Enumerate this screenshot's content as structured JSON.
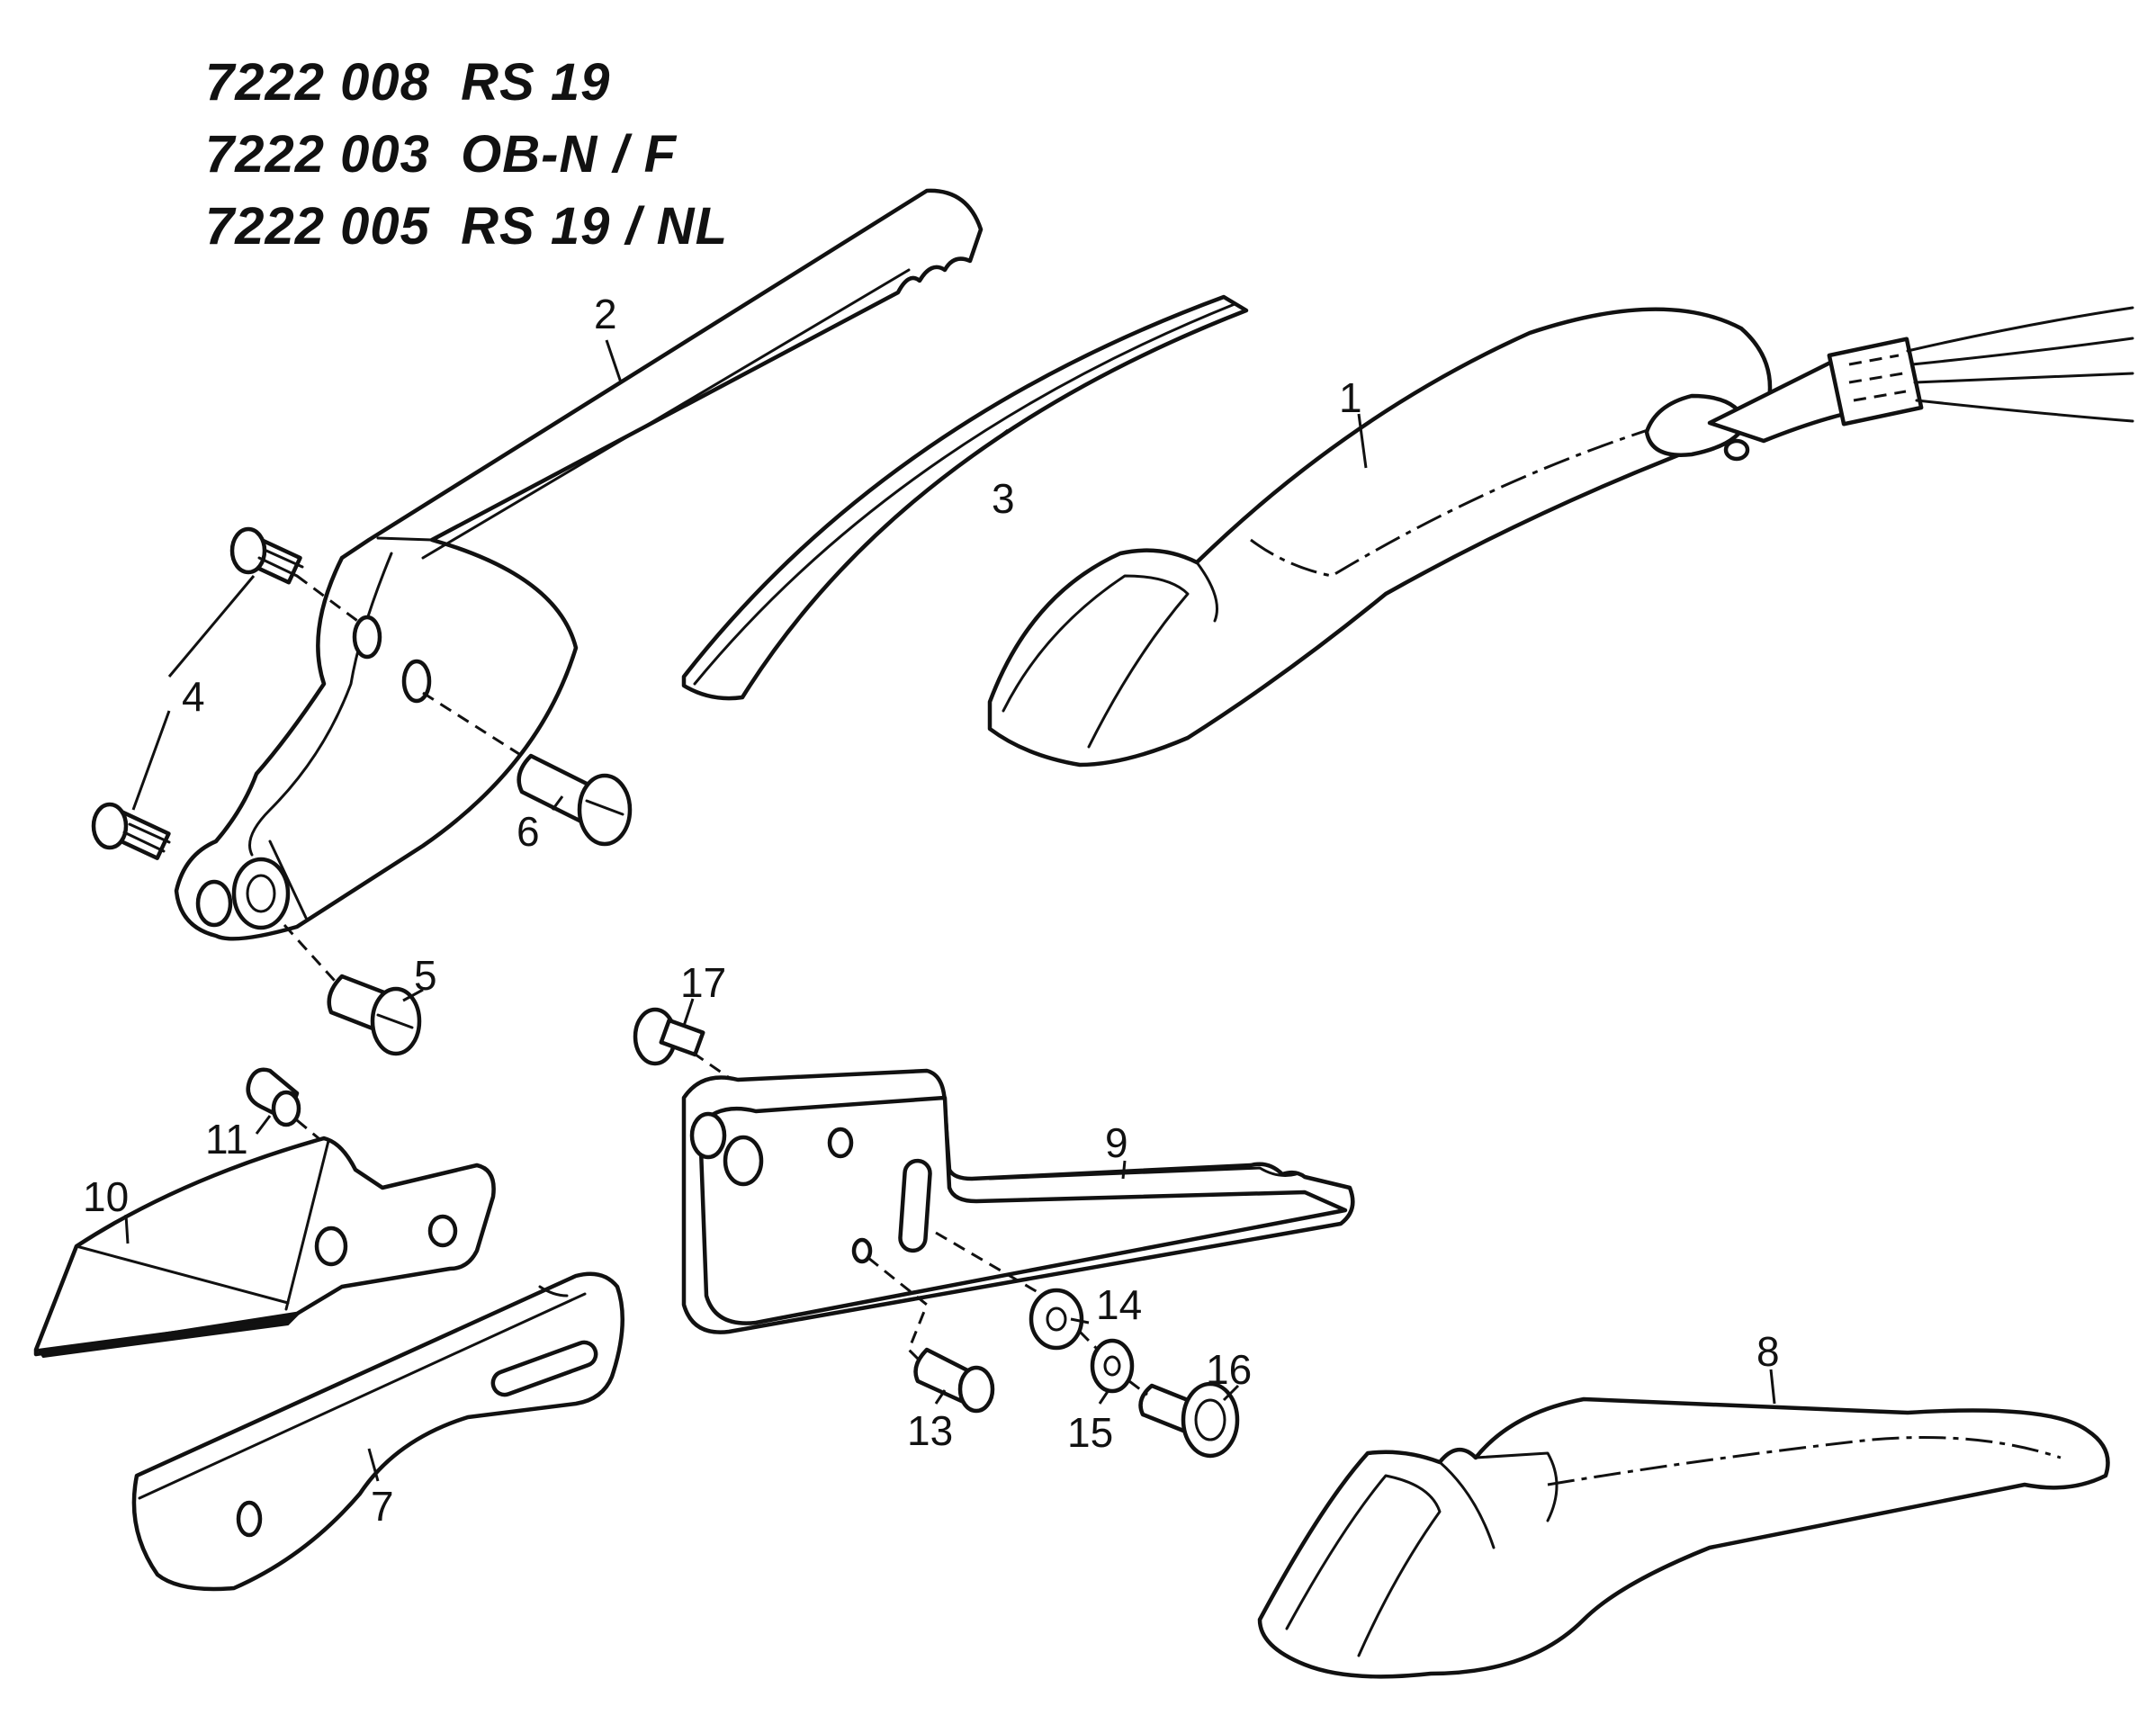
{
  "title_lines": [
    "7222 008  RS 19",
    "7222 003  OB-N / F",
    "7222 005  RS 19 / NL"
  ],
  "callouts": {
    "p1": "1",
    "p2": "2",
    "p3": "3",
    "p4": "4",
    "p5": "5",
    "p6": "6",
    "p7": "7",
    "p8": "8",
    "p9": "9",
    "p10": "10",
    "p11": "11",
    "p13": "13",
    "p14": "14",
    "p15": "15",
    "p16": "16",
    "p17": "17"
  }
}
